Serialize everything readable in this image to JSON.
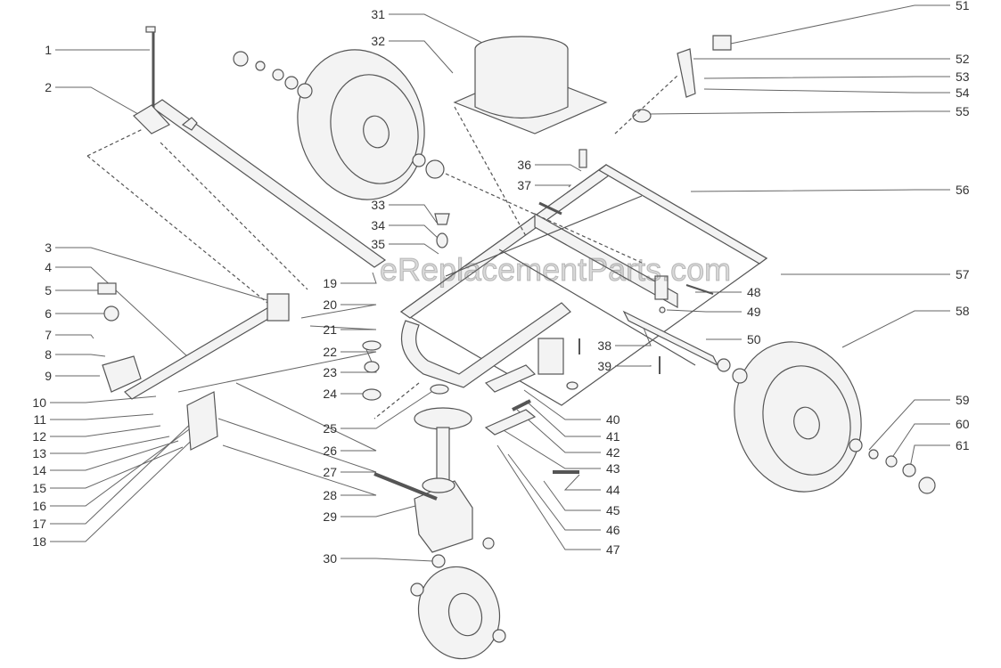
{
  "watermark": "eReplacementParts.com",
  "callouts": [
    "1",
    "2",
    "3",
    "4",
    "5",
    "6",
    "7",
    "8",
    "9",
    "10",
    "11",
    "12",
    "13",
    "14",
    "15",
    "16",
    "17",
    "18",
    "19",
    "20",
    "21",
    "22",
    "23",
    "24",
    "25",
    "26",
    "27",
    "28",
    "29",
    "30",
    "31",
    "32",
    "33",
    "34",
    "35",
    "36",
    "37",
    "38",
    "39",
    "40",
    "41",
    "42",
    "43",
    "44",
    "45",
    "46",
    "47",
    "48",
    "49",
    "50",
    "51",
    "52",
    "53",
    "54",
    "55",
    "56",
    "57",
    "58",
    "59",
    "60",
    "61"
  ],
  "colors": {
    "line": "#555555",
    "part_fill": "#f2f2f2",
    "label": "#333333"
  }
}
